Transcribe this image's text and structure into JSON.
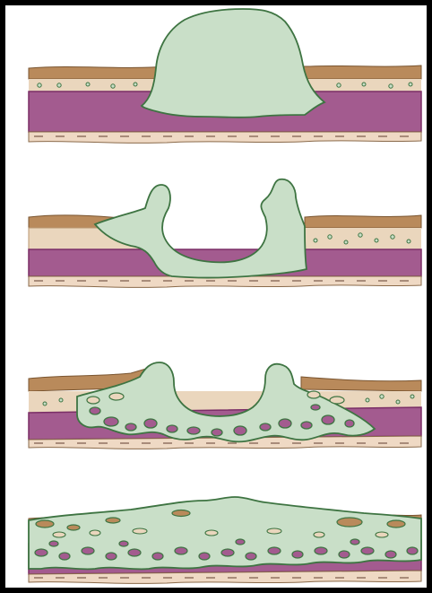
{
  "figure": {
    "background": "#ffffff",
    "frame_color": "#000000",
    "panels": [
      {
        "id": "panel-1",
        "stage": 1
      },
      {
        "id": "panel-2",
        "stage": 2
      },
      {
        "id": "panel-3",
        "stage": 3
      },
      {
        "id": "panel-4",
        "stage": 4
      }
    ],
    "colors": {
      "outer_layer": "#b98a5b",
      "loose_layer": "#ead6bd",
      "dense_layer": "#a35b8f",
      "dense_outline": "#7a2e66",
      "inner_layer": "#efd9c4",
      "mass_fill": "#c9dfc8",
      "mass_outline": "#3e7442",
      "spot_fill": "#c9dfc8"
    }
  }
}
